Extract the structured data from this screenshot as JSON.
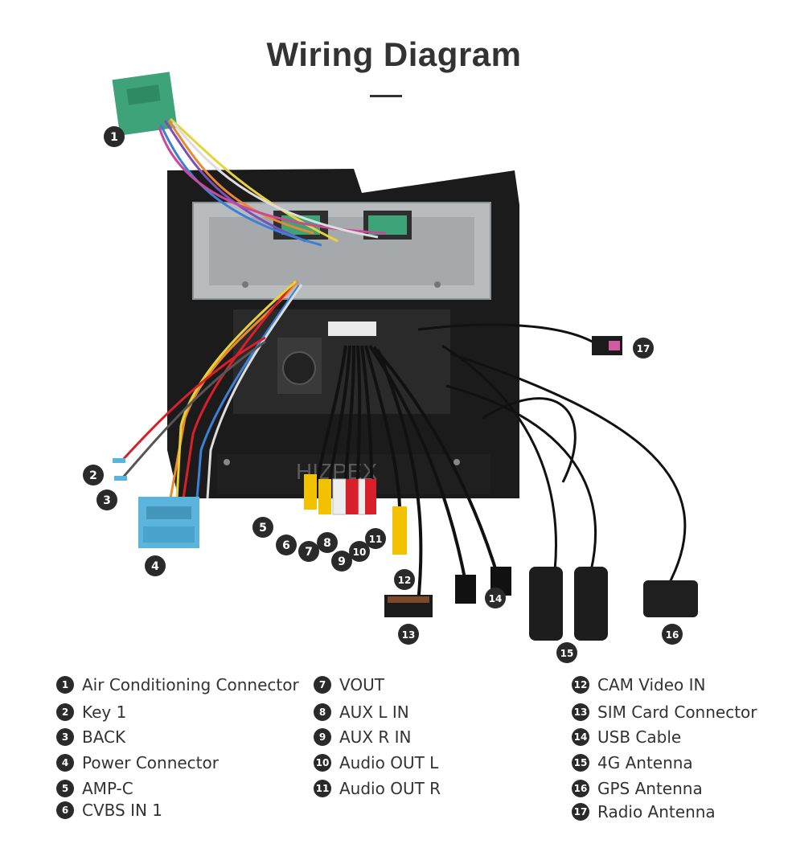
{
  "title": "Wiring Diagram",
  "watermark": "HIZPEX",
  "callouts": [
    "1",
    "2",
    "3",
    "4",
    "5",
    "6",
    "7",
    "8",
    "9",
    "10",
    "11",
    "12",
    "13",
    "14",
    "15",
    "16",
    "17"
  ],
  "legend": [
    {
      "num": "1",
      "label": "Air Conditioning Connector"
    },
    {
      "num": "2",
      "label": "Key 1"
    },
    {
      "num": "3",
      "label": "BACK"
    },
    {
      "num": "4",
      "label": "Power Connector"
    },
    {
      "num": "5",
      "label": "AMP-C"
    },
    {
      "num": "6",
      "label": "CVBS IN 1"
    },
    {
      "num": "7",
      "label": "VOUT"
    },
    {
      "num": "8",
      "label": "AUX L IN"
    },
    {
      "num": "9",
      "label": "AUX R IN"
    },
    {
      "num": "10",
      "label": "Audio OUT L"
    },
    {
      "num": "11",
      "label": "Audio OUT R"
    },
    {
      "num": "12",
      "label": "CAM Video IN"
    },
    {
      "num": "13",
      "label": "SIM Card Connector"
    },
    {
      "num": "14",
      "label": "USB Cable"
    },
    {
      "num": "15",
      "label": "4G Antenna"
    },
    {
      "num": "16",
      "label": "GPS Antenna"
    },
    {
      "num": "17",
      "label": "Radio Antenna"
    }
  ],
  "colors": {
    "connector_green": "#3fa37a",
    "connector_blue": "#5ab4dc",
    "rca_yellow": "#f2c200",
    "rca_white": "#eeeeee",
    "rca_red": "#d8202a",
    "panel_black": "#1c1c1c",
    "bracket_silver": "#b9bcbf"
  }
}
